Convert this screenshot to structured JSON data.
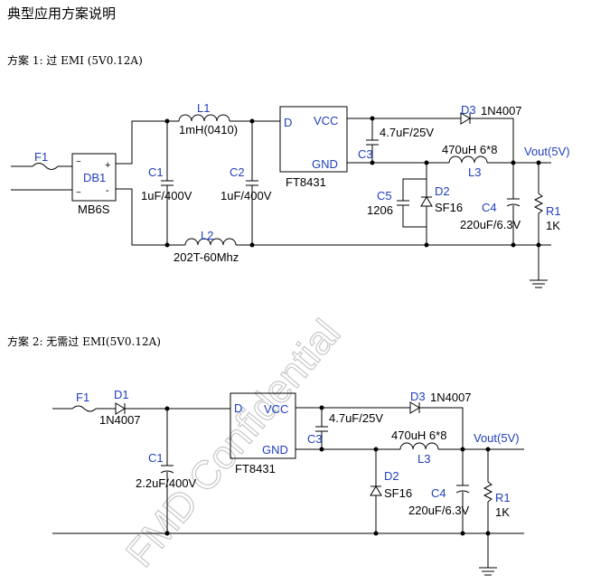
{
  "page_title": "典型应用方案说明",
  "plan1": {
    "heading": "方案 1:  过 EMI (5V0.12A)",
    "labels": {
      "f1": "F1",
      "db1": "DB1",
      "db1_part": "MB6S",
      "l1": "L1",
      "l1_val": "1mH(0410)",
      "c1": "C1",
      "c1_val": "1uF/400V",
      "c2": "C2",
      "c2_val": "1uF/400V",
      "l2": "L2",
      "l2_val": "202T-60Mhz",
      "ic": "FT8431",
      "pin_d": "D",
      "pin_vcc": "VCC",
      "pin_gnd": "GND",
      "c3": "C3",
      "c3_val": "4.7uF/25V",
      "d3": "D3",
      "d3_val": "1N4007",
      "c5": "C5",
      "c5_val": "1206",
      "d2": "D2",
      "d2_val": "SF16",
      "l3_val": "470uH 6*8",
      "l3": "L3",
      "vout": "Vout(5V)",
      "c4": "C4",
      "c4_val": "220uF/6.3V",
      "r1": "R1",
      "r1_val": "1K"
    }
  },
  "plan2": {
    "heading": "方案 2:  无需过 EMI(5V0.12A)",
    "labels": {
      "f1": "F1",
      "d1": "D1",
      "d1_val": "1N4007",
      "c1": "C1",
      "c1_val": "2.2uF/400V",
      "ic": "FT8431",
      "pin_d": "D",
      "pin_vcc": "VCC",
      "pin_gnd": "GND",
      "c3": "C3",
      "c3_val": "4.7uF/25V",
      "d3": "D3",
      "d3_val": "1N4007",
      "d2": "D2",
      "d2_val": "SF16",
      "l3_val": "470uH 6*8",
      "l3": "L3",
      "vout": "Vout(5V)",
      "c4": "C4",
      "c4_val": "220uF/6.3V",
      "r1": "R1",
      "r1_val": "1K"
    }
  },
  "watermark": "FMD Confidential",
  "colors": {
    "designator": "#1f3fbf",
    "wire": "#000000",
    "watermark": "#c8c8c8"
  }
}
